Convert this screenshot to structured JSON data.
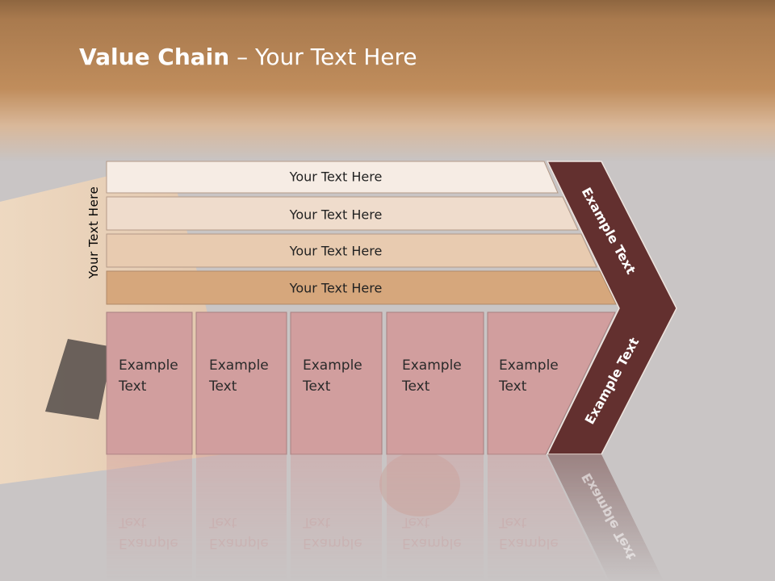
{
  "title": {
    "bold": "Value Chain",
    "rest": " – Your Text Here"
  },
  "vertical_label": "Your Text Here",
  "rows": [
    "Your Text Here",
    "Your Text Here",
    "Your Text Here",
    "Your Text Here"
  ],
  "boxes": [
    {
      "line1": "Example",
      "line2": "Text"
    },
    {
      "line1": "Example",
      "line2": "Text"
    },
    {
      "line1": "Example",
      "line2": "Text"
    },
    {
      "line1": "Example",
      "line2": "Text"
    },
    {
      "line1": "Example",
      "line2": "Text"
    }
  ],
  "chevron": {
    "top_label": "Example Text",
    "bottom_label": "Example Text"
  },
  "colors": {
    "header": "#b8875a",
    "row1": "#f6ece4",
    "row2": "#efdccc",
    "row3": "#e8cbb0",
    "row4": "#d6a77c",
    "box": "#d19e9e",
    "chevron": "#63302f"
  }
}
